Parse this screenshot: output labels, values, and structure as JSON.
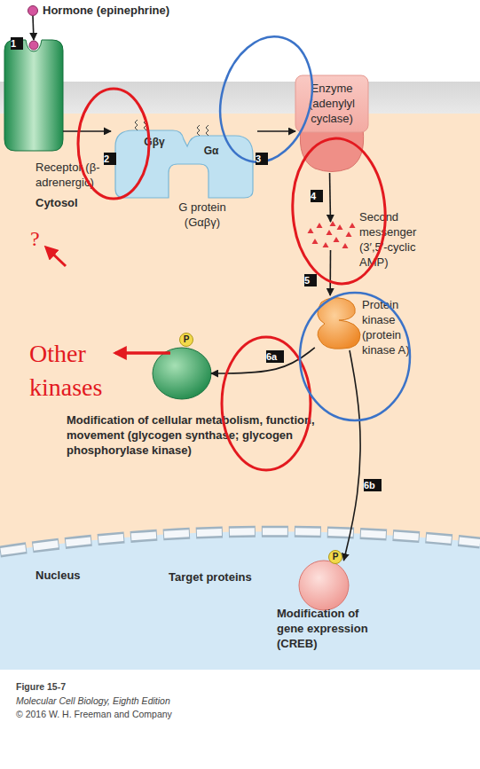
{
  "diagram": {
    "caption": "Figure 15-7",
    "nodes": [
      {
        "text": [
          "Hormone (epinephrine)"
        ]
      },
      {
        "text": [
          "Receptor (β-adrenergic)"
        ]
      },
      {
        "text": [
          "G protein (Gαβγ)"
        ]
      },
      {
        "text": [
          "Gβγ"
        ],
        "in": 2
      },
      {
        "text": [
          "Gα"
        ],
        "in": 2
      },
      {
        "text": [
          "Enzyme (adenylyl cyclase)"
        ]
      },
      {
        "text": [
          "Second messenger (3′,5′-cyclic AMP)"
        ]
      },
      {
        "text": [
          "Protein kinase (protein kinase A)"
        ]
      },
      {
        "text": [
          "Modification of cellular metabolism, function, movement (glycogen synthase; glycogen phosphorylase kinase)"
        ]
      },
      {
        "text": [
          "P"
        ],
        "in": 8
      },
      {
        "text": [
          "Nucleus"
        ]
      },
      {
        "text": [
          "Target proteins",
          "Modification of gene expression (CREB)"
        ],
        "in": 10
      },
      {
        "text": [
          "P"
        ],
        "in": 11
      }
    ],
    "edges": [
      {
        "from": 0,
        "to": 1,
        "arrow": "to"
      },
      {
        "from": 1,
        "to": 2,
        "arrow": "to"
      },
      {
        "from": 2,
        "to": 5,
        "arrow": "to"
      },
      {
        "from": 5,
        "to": 6,
        "arrow": "to"
      },
      {
        "from": 6,
        "to": 7,
        "arrow": "to"
      },
      {
        "from": 7,
        "to": 8,
        "arrow": "to"
      },
      {
        "from": 7,
        "to": 11,
        "arrow": "to"
      }
    ],
    "labels": [
      "1",
      "2",
      "3",
      "4",
      "5",
      "6a",
      "6b",
      "Cytosol",
      "?",
      "Other kinases",
      "Molecular Cell Biology, Eighth Edition",
      "© 2016 W. H. Freeman and Company"
    ]
  }
}
